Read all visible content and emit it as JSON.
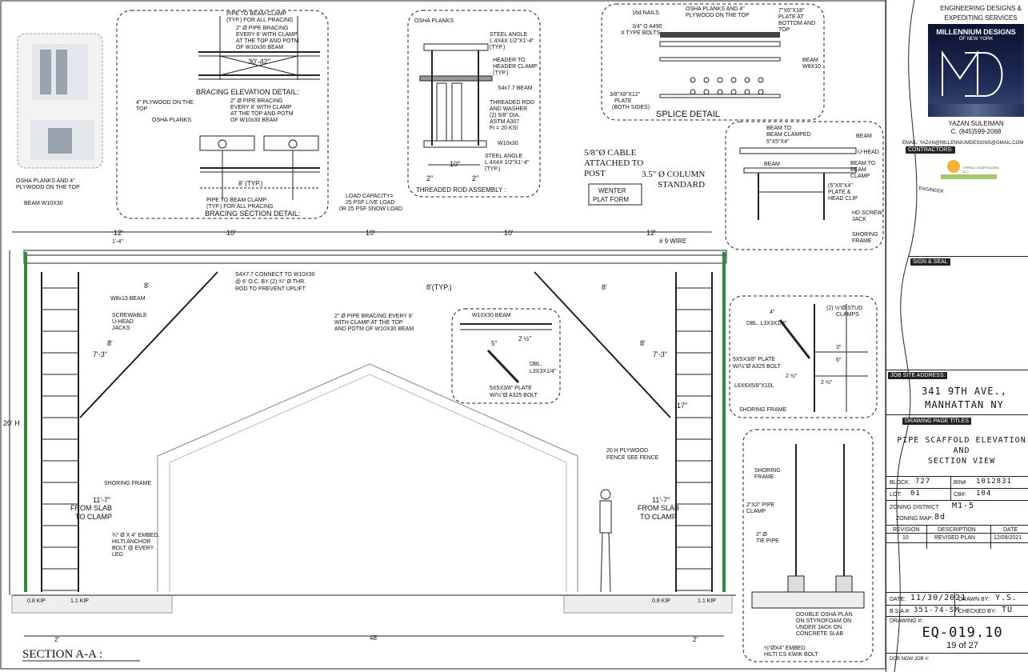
{
  "section_title": "SECTION A-A :",
  "details": {
    "bracing_elevation": {
      "title": "BRACING ELEVATION DETAIL:",
      "note1": "PIPE TO BEAM CLAMP",
      "note1b": "(TYP.) FOR ALL PRACING",
      "note2": "2\" Ø PIPE BRACING",
      "note2b": "EVERY 8' WITH CLAMP",
      "note2c": "AT THE TOP AND POTM",
      "note2d": "OF W10x30 BEAM",
      "dim": "30'-42\""
    },
    "bracing_section": {
      "title": "BRACING SECTION DETAIL:",
      "note1": "4\" PLYWOOD ON THE",
      "note1b": "TOP",
      "note2": "OSHA PLANKS",
      "note3": "2\" Ø PIPE BRACING",
      "note3b": "EVERY 8' WITH CLAMP",
      "note3c": "AT THE TOP AND POTM",
      "note3d": "OF W10x30 BEAM",
      "dim": "8' (TYP.)",
      "note4": "PIPE TO BEAM CLAMP",
      "note4b": "(TYP.) FOR ALL PRACING"
    },
    "threaded_rod": {
      "title": "THREADED ROD ASSEMBLY :",
      "osha": "OSHA PLANKS",
      "angle": "STEEL ANGLE",
      "angle_b": "L 4X4X 1/2\"X1'-4\"",
      "angle_c": "(TYP.)",
      "header": "HEADER TO",
      "header_b": "HEADER CLAMP",
      "header_c": "(TYP.)",
      "s4": "S4x7.7 BEAM",
      "rod": "THREADED ROD",
      "rod_b": "AND WASHER",
      "rod_c": "(2) 5/8\" DIA.",
      "rod_d": "ASTM A307",
      "rod_e": "Ft = 20 KSI",
      "w10": "W10x30",
      "angle2": "STEEL ANGLE",
      "angle2_b": "L 4X4X 1/2\"X1'-4\"",
      "angle2_c": "(TYP.)",
      "dim1": "2\"",
      "dim2": "10\"",
      "dim3": "2\""
    },
    "splice": {
      "title": "SPLICE DETAIL",
      "nails": "16d NAILS",
      "bolts": "3/4\" O A490",
      "bolts_b": "X TYPE BOLTS",
      "osha": "OSHA PLANKS AND 4\"",
      "osha_b": "PLYWOOD ON THE TOP",
      "plate": "7\"X6\"X18\"",
      "plate_b": "PLATE AT",
      "plate_c": "BOTTOM AND",
      "plate_d": "TOP",
      "beam": "BEAM",
      "beam_b": "W8X10",
      "plate2": "3/8\"X8\"X12\"",
      "plate2_b": "PLATE",
      "plate2_c": "(BOTH SIDES)"
    },
    "uhead": {
      "b2b": "BEAM TO",
      "b2b_b": "BEAM CLAMPED",
      "b2b_c": "5\"X5\"X4\"",
      "beam": "BEAM",
      "uhead": "U-HEAD",
      "beam2": "BEAM",
      "b2bc": "BEAM TO",
      "b2bc_b": "BEAM",
      "b2bc_c": "CLAMP",
      "plate": "(5\"X5\"X4\"",
      "plate_b": "PLATE &",
      "plate_c": "HEAD CLIP",
      "jack": "HD SCREW",
      "jack_b": "JACK",
      "frame": "SHORING",
      "frame_b": "FRAME"
    },
    "w10_connection": {
      "beam": "W10X30 BEAM",
      "dbl": "DBL.",
      "dbl_b": "L3X3X1/4\"",
      "plate": "5X5X3/8\" PLATE",
      "plate_b": "W/½\"Ø A325 BOLT",
      "d1": "5\"",
      "d2": "2 ½\""
    },
    "stud_clamp": {
      "dbl": "DBL. L3X3X1/4\"",
      "clamps": "(2) ½\"Ø STUD",
      "clamps_b": "CLAMPS",
      "plate": "5X5X3/8\" PLATE",
      "plate_b": "W/½\"Ø A325 BOLT",
      "angle": "L6X6X5/8\"X10L",
      "frame": "SHORING FRAME",
      "d1": "3\"",
      "d2": "6\"",
      "d3": "2 ½\"",
      "d4": "2 ½\"",
      "d5": "4\""
    },
    "base_detail": {
      "frame": "SHORING",
      "frame_b": "FRAME",
      "clamp": "2\"X2\" PIPE",
      "clamp_b": "CLAMP",
      "tie": "2\" Ø",
      "tie_b": "TIE PIPE",
      "plan": "DOUBLE OSHA PLAN",
      "plan_b": "ON STYROFOAM ON",
      "plan_c": "UNDER JACK ON",
      "plan_d": "CONCRETE SLAB",
      "embed": "½\"ØX4\" EMBED",
      "embed_b": "HILTI CS KWIK BOLT"
    }
  },
  "elevation": {
    "osha_note": "OSHA PLANKS AND 4\"",
    "osha_note_b": "PLYWOOD ON THE TOP",
    "beam_note": "BEAM W10X30",
    "load": "LOAD CAPACITY=",
    "load_b": "25 PSF LIVE LOAD",
    "load_c": "0R 25 PSF SNOW LOAD",
    "cable": "5/8\"Ø CABLE",
    "cable_b": "ATTACHED TO",
    "cable_c": "POST",
    "column": "3.5\" Ø COLUMN",
    "column_b": "STANDARD",
    "winter": "WENTER",
    "winter_b": "PLAT FORM",
    "wire": "# 9 WIRE",
    "w8": "W8x13  BEAM",
    "screw": "SCREWABLE",
    "screw_b": "U-HEAD",
    "screw_c": "JACKS",
    "s4": "S4X7.7 CONNECT TO W10X30",
    "s4_b": "@ 6' O.C. BY (2) ¾\" Ø THR.",
    "s4_c": "ROD TO PREVENT UPLIFT",
    "pipe": "2\" Ø PIPE BRACING EVERY 8'",
    "pipe_b": "WITH CLAMP  AT THE TOP",
    "pipe_c": "AND POTM OF W10X30 BEAM",
    "shoring": "SHORING FRAME",
    "fence": "20 H PLYWOOD",
    "fence_b": "FENCE SEE FENCE",
    "slab_l": "11'-7\"",
    "slab_l_b": "FROM SLAB",
    "slab_l_c": "TO CLAMP",
    "slab_r": "11'-7\"",
    "slab_r_b": "FROM SLAB",
    "slab_r_c": "TO CLAMP",
    "anchor": "¾\" Ø X 4\" EMBED.",
    "anchor_b": "HILTI ANCHOR",
    "anchor_c": "BOLT @ EVERY",
    "anchor_d": "LEG",
    "h20": "20' H",
    "h73l": "7'-3\"",
    "h73r": "7'-3\"",
    "h8l": "8'",
    "h8r": "8'",
    "d12l": "12'",
    "d10a": "10'",
    "d10b": "10'",
    "d10c": "10'",
    "d12r": "12'",
    "d14": "1'-4\"",
    "d8a": "8'",
    "d8typ": "8'(TYP.)",
    "d8b": "8'",
    "d17": "17\"",
    "d2l": "2'",
    "d48": "48'",
    "d2r": "2'",
    "kip_l1": "0.8 KIP",
    "kip_l2": "1.1 KIP",
    "kip_r1": "0.8 KIP",
    "kip_r2": "1.1 KIP"
  },
  "title_block": {
    "company1": "ENGINEERING DESIGNS &",
    "company2": "EXPEDITING SERVICES",
    "logo_name": "MILLENNIUM DESIGNS",
    "logo_sub": "OF NEW YORK",
    "engineer": "YAZAN SULEIMAN",
    "phone": "C. (845)599-2068",
    "email": "EMAIL: YAZAN@MILLENNIUMDESIGNS@GMAIL.COM",
    "contractors": "CONTRACTORS:",
    "contractor_name": "SPRING SCAFFOLDING LLC",
    "engineer_label": "ENGINEER",
    "sign_seal": "SIGN & SEAL",
    "job_site": "JOB SITE ADDRESS:",
    "address1": "341 9TH AVE.,",
    "address2": "MANHATTAN NY",
    "page_titles": "DRAWING PAGE TITLES",
    "drawing_title1": "PIPE SCAFFOLD ELEVATION",
    "drawing_title2": "AND",
    "drawing_title3": "SECTION VIEW",
    "block_label": "BLOCK:",
    "block": "727",
    "bin_label": "BIN#",
    "bin": "1012831",
    "lot_label": "LOT:",
    "lot": "01",
    "cb_label": "CB#:",
    "cb": "104",
    "zoning_label": "ZONING DISTRICT",
    "zoning": "M1-5",
    "zmap_label": "ZONING MAP:",
    "zmap": "8d",
    "rev_h": "REVISION",
    "desc_h": "DESCRIPTION",
    "date_h": "DATE",
    "rev": "10",
    "desc": "REVISED PLAN",
    "rev_date": "12/09/2021",
    "date_label": "DATE:",
    "date": "11/30/2021",
    "drawn_label": "DRAWN BY:",
    "drawn": "Y.S.",
    "bsa_label": "B.S.A.#:",
    "bsa": "351-74-SM",
    "checked_label": "CHECKED BY:",
    "checked": "TU",
    "drawing_no_label": "DRAWING #:",
    "drawing_no": "EQ-019.10",
    "sheet": "19 of 27",
    "dob_label": "DOB NOW JOB #:"
  }
}
